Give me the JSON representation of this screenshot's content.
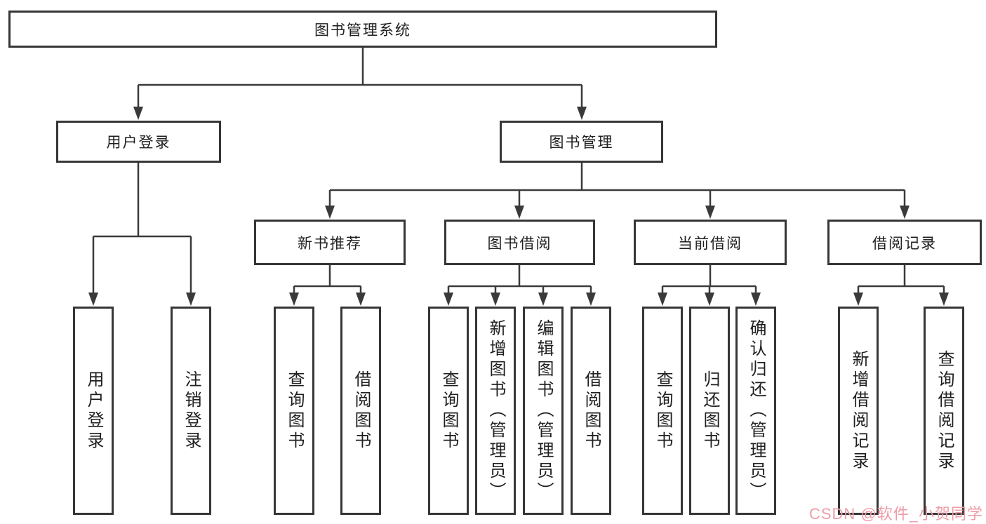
{
  "diagram": {
    "title": "图书管理系统",
    "colors": {
      "line": "#3a3a3a",
      "box_border": "#363636",
      "text": "#1f1f1f",
      "watermark": "#ee9ca7"
    },
    "tree": {
      "root": {
        "label": "图书管理系统"
      },
      "children": [
        {
          "label": "用户登录",
          "children": [
            {
              "label": "用户登录"
            },
            {
              "label": "注销登录"
            }
          ]
        },
        {
          "label": "图书管理",
          "children": [
            {
              "label": "新书推荐",
              "children": [
                {
                  "label": "查询图书"
                },
                {
                  "label": "借阅图书"
                }
              ]
            },
            {
              "label": "图书借阅",
              "children": [
                {
                  "label": "查询图书"
                },
                {
                  "label": "新增图书（管理员）"
                },
                {
                  "label": "编辑图书（管理员）"
                },
                {
                  "label": "借阅图书"
                }
              ]
            },
            {
              "label": "当前借阅",
              "children": [
                {
                  "label": "查询图书"
                },
                {
                  "label": "归还图书"
                },
                {
                  "label": "确认归还（管理员）"
                }
              ]
            },
            {
              "label": "借阅记录",
              "children": [
                {
                  "label": "新增借阅记录"
                },
                {
                  "label": "查询借阅记录"
                }
              ]
            }
          ]
        }
      ]
    },
    "watermark": {
      "text": "CSDN @软件_小贺同学"
    }
  }
}
